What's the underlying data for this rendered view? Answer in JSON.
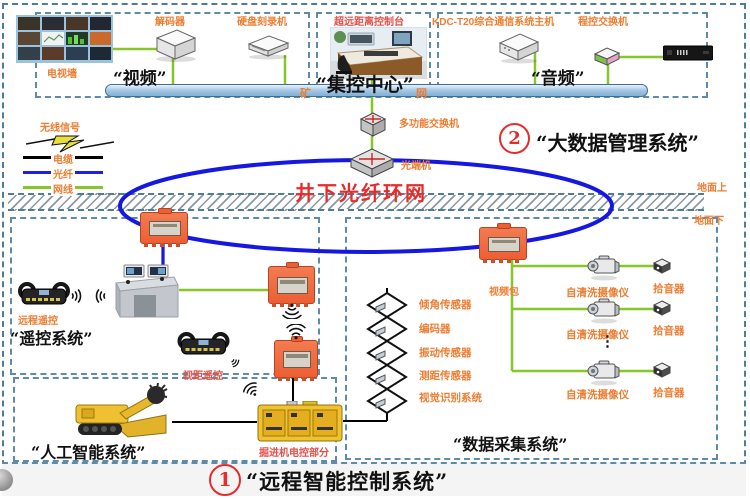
{
  "colors": {
    "accent_orange": "#ED7D31",
    "accent_red": "#E82A2A",
    "line_green": "#86C626",
    "line_blue": "#1518E0",
    "line_black": "#000000",
    "bus_fill": "#A9C9E4",
    "dash_border": "#4F7D99"
  },
  "top": {
    "video": {
      "zone_label": "“视频”",
      "tv_wall": "电视墙",
      "decoder": "解码器",
      "recorder": "硬盘刻录机"
    },
    "center": {
      "console": "超远距离控制台",
      "zone_label": "“集控中心”",
      "bus_char_left": "矿",
      "bus_char_right": "网"
    },
    "audio": {
      "zone_label": "“音频”",
      "host": "KDC-T20综合通信系统主机",
      "pbx": "程控交换机"
    }
  },
  "legend": {
    "wireless": "无线信号",
    "items": [
      {
        "label": "电缆",
        "color": "#000000"
      },
      {
        "label": "光纤",
        "color": "#1F1FE0"
      },
      {
        "label": "网线",
        "color": "#86C626"
      }
    ]
  },
  "network": {
    "multi_switch": "多功能交换机",
    "optical_terminal": "光端机",
    "ring_label": "井下光纤环网",
    "above_ground": "地面上",
    "below_ground": "地面下"
  },
  "systems": {
    "big_data": {
      "num": "2",
      "label": "“大数据管理系统”"
    },
    "remote_ctl": {
      "remote": "远程遥控",
      "label": "“遥控系统”",
      "los_remote": "视距遥控"
    },
    "ai": {
      "label": "“人工智能系统”",
      "machine_ctrl": "掘进机电控部分"
    },
    "daq": {
      "label": "“数据采集系统”",
      "video_pack": "视频包",
      "ellipsis": "⋮",
      "rows": [
        {
          "camera": "自清洗摄像仪",
          "mic": "拾音器"
        },
        {
          "camera": "自清洗摄像仪",
          "mic": "拾音器"
        },
        {
          "camera": "自清洗摄像仪",
          "mic": "拾音器"
        }
      ]
    },
    "main": {
      "num": "1",
      "label": "“远程智能控制系统”"
    }
  },
  "sensors": [
    "倾角传感器",
    "编码器",
    "振动传感器",
    "测距传感器",
    "视觉识别系统"
  ]
}
